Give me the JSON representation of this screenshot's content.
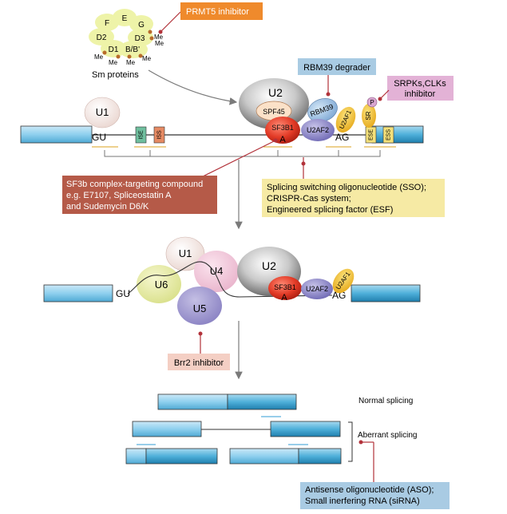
{
  "sm_proteins": {
    "caption": "Sm proteins",
    "subunits": [
      "F",
      "E",
      "G",
      "D2",
      "D3",
      "D1",
      "B/B'"
    ],
    "methyl_label": "Me"
  },
  "splice_sites": {
    "donor": "GU",
    "acceptor": "AG",
    "branch_point": "A"
  },
  "regulatory_elements": {
    "ise": "ISE",
    "iss": "ISS",
    "ese": "ESE",
    "ess": "ESS"
  },
  "snrnps": {
    "u1": "U1",
    "u2": "U2",
    "u4": "U4",
    "u5": "U5",
    "u6": "U6"
  },
  "splicing_factors": {
    "sf3b1": "SF3B1",
    "spf45": "SPF45",
    "rbm39": "RBM39",
    "u2af2": "U2AF2",
    "u2af1": "U2AF1",
    "sr": "SR",
    "phospho": "P"
  },
  "therapies": {
    "prmt5": "PRMT5 inhibitor",
    "rbm39_degrader": "RBM39 degrader",
    "srpk_clk": [
      "SRPKs,CLKs",
      "inhibitor"
    ],
    "sf3b": [
      "SF3b complex-targeting compound",
      "e.g. E7107, Spliceostatin A",
      "and Sudemycin D6/K"
    ],
    "sso": [
      "Splicing switching oligonucleotide (SSO);",
      "CRISPR-Cas system;",
      "Engineered splicing factor (ESF)"
    ],
    "brr2": "Brr2 inhibitor",
    "aso": [
      "Antisense oligonucleotide (ASO);",
      "Small inerfering RNA (siRNA)"
    ]
  },
  "outcomes": {
    "normal": "Normal splicing",
    "aberrant": "Aberrant splicing"
  },
  "colors": {
    "exon": "#7fc8e8",
    "exon_dark": "#3a9cc8",
    "prmt5_box": "#ef8a2c",
    "rbm39_box": "#a9cbe3",
    "srpk_box": "#e3b2d6",
    "sf3b_box": "#b55a48",
    "sso_box": "#f6eaa4",
    "brr2_box": "#f4cfc4",
    "aso_box": "#a9cbe3",
    "pointer": "#b2323a"
  }
}
